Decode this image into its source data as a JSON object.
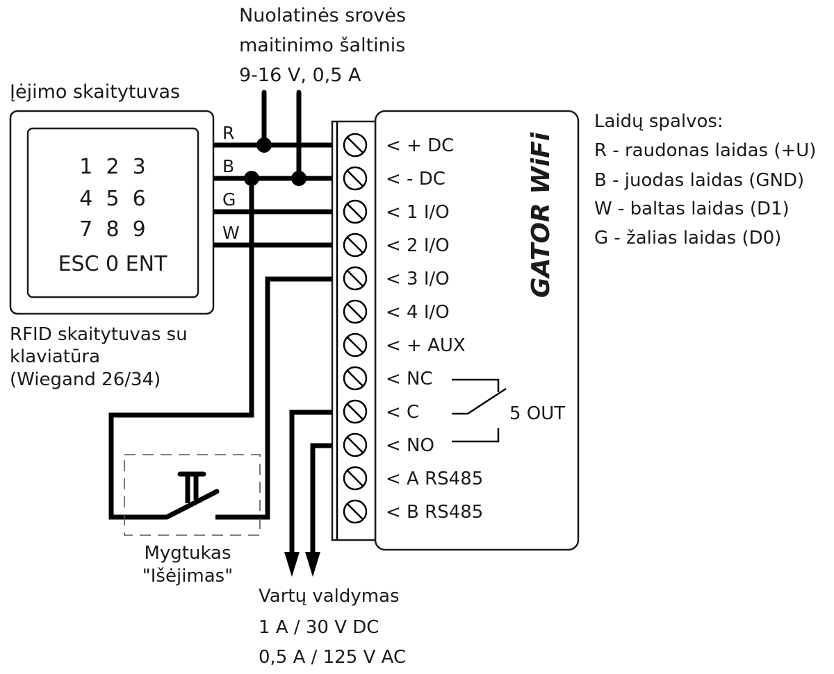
{
  "power_supply": {
    "label_lines": [
      "Nuolatinės srovės",
      "maitinimo šaltinis",
      "9-16 V, 0,5 A"
    ]
  },
  "reader": {
    "title": "Įėjimo skaitytuvas",
    "keypad_rows": [
      "1  2  3",
      "4  5  6",
      "7  8  9",
      "ESC 0 ENT"
    ],
    "caption_lines": [
      "RFID skaitytuvas su",
      "klaviatūra",
      "(Wiegand 26/34)"
    ],
    "wire_labels": [
      "R",
      "B",
      "G",
      "W"
    ]
  },
  "module": {
    "brand": "GATOR WiFi",
    "terminals": [
      "< + DC",
      "< - DC",
      "< 1 I/O",
      "< 2 I/O",
      "< 3 I/O",
      "< 4 I/O",
      "< + AUX",
      "< NC",
      "< C",
      "< NO",
      "< A RS485",
      "< B RS485"
    ],
    "relay_label": "5 OUT"
  },
  "wire_colors_legend": {
    "title": "Laidų spalvos:",
    "items": [
      "R - raudonas laidas (+U)",
      "B - juodas laidas (GND)",
      "W - baltas laidas (D1)",
      "G - žalias laidas (D0)"
    ]
  },
  "exit_button": {
    "caption_lines": [
      "Mygtukas",
      "\"Išėjimas\""
    ]
  },
  "gate_control": {
    "caption_lines": [
      "Vartų valdymas",
      "1 A / 30 V DC",
      "0,5 A / 125 V AC"
    ]
  }
}
